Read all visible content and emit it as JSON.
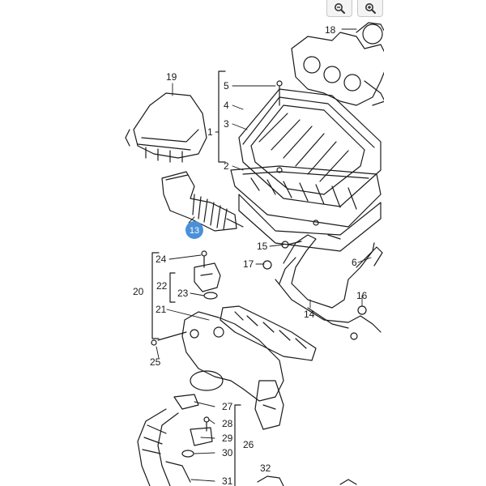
{
  "toolbar": {
    "zoom_out_icon": "magnifier-minus-icon",
    "zoom_in_icon": "magnifier-plus-icon"
  },
  "labels": {
    "p1": "1",
    "p2": "2",
    "p3": "3",
    "p4": "4",
    "p5": "5",
    "p6": "6",
    "p13": "13",
    "p14": "14",
    "p15": "15",
    "p16": "16",
    "p17": "17",
    "p18": "18",
    "p19": "19",
    "p20": "20",
    "p21": "21",
    "p22": "22",
    "p23": "23",
    "p24": "24",
    "p25": "25",
    "p26": "26",
    "p27": "27",
    "p28": "28",
    "p29": "29",
    "p30": "30",
    "p31": "31",
    "p32": "32"
  },
  "colors": {
    "line": "#1a1a1a",
    "highlight": "#4a90d9",
    "highlight_text": "#ffffff"
  }
}
